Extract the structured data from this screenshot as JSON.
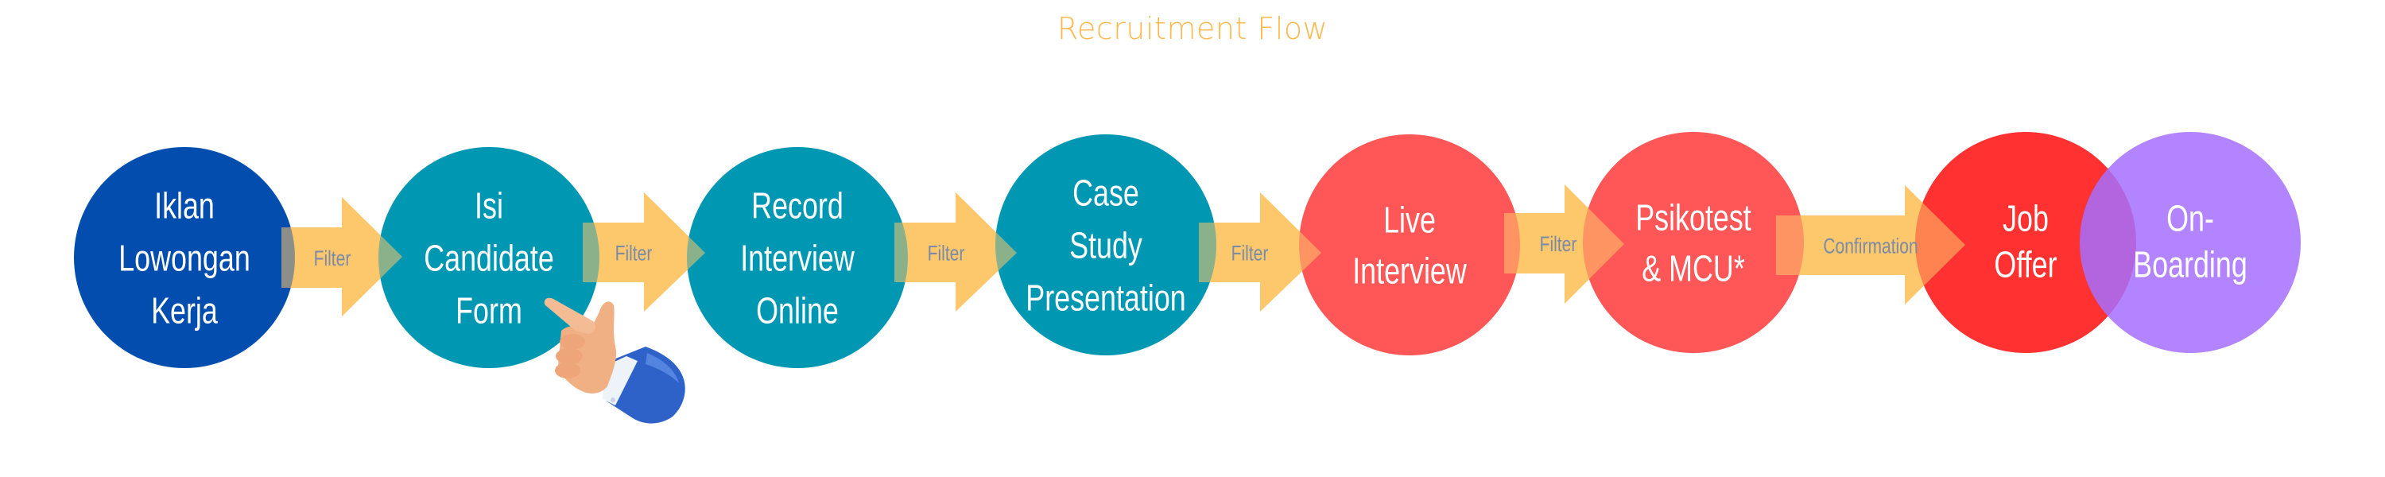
{
  "title": "Recruitment Flow",
  "colors": {
    "title": "#FFB84D",
    "arrow": "#FDC76B",
    "arrow_label": "#7A8BA8",
    "step_text": "#FFFFFF"
  },
  "steps": [
    {
      "id": "iklan-lowongan-kerja",
      "lines": [
        "Iklan",
        "Lowongan",
        "Kerja"
      ],
      "color": "#034DAE"
    },
    {
      "id": "isi-candidate-form",
      "lines": [
        "Isi",
        "Candidate",
        "Form"
      ],
      "color": "#0097B2"
    },
    {
      "id": "record-interview-online",
      "lines": [
        "Record",
        "Interview",
        "Online"
      ],
      "color": "#0097B2"
    },
    {
      "id": "case-study-presentation",
      "lines": [
        "Case",
        "Study",
        "Presentation"
      ],
      "color": "#0097B2"
    },
    {
      "id": "live-interview",
      "lines": [
        "Live",
        "Interview"
      ],
      "color": "#FF5757"
    },
    {
      "id": "psikotest-mcu",
      "lines": [
        "Psikotest",
        "& MCU*"
      ],
      "color": "#FF5757"
    },
    {
      "id": "job-offer",
      "lines": [
        "Job",
        "Offer"
      ],
      "color": "#FF3131"
    },
    {
      "id": "on-boarding",
      "lines": [
        "On-",
        "Boarding"
      ],
      "color": "#A66EFF"
    }
  ],
  "connectors": [
    {
      "label": "Filter"
    },
    {
      "label": "Filter"
    },
    {
      "label": "Filter"
    },
    {
      "label": "Filter"
    },
    {
      "label": "Filter"
    },
    {
      "label": "Confirmation"
    }
  ],
  "pointer": {
    "icon": "pointing-hand-icon",
    "target_step": "isi-candidate-form"
  }
}
